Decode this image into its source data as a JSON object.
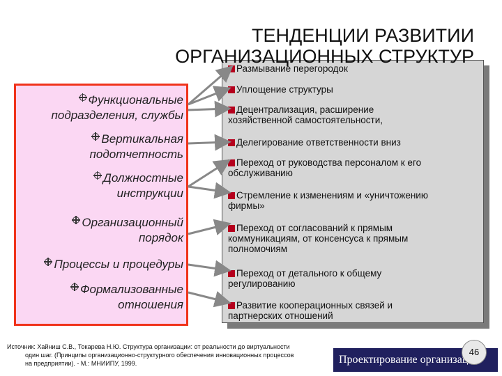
{
  "title": {
    "line1": "ТЕНДЕНЦИИ РАЗВИТИИ",
    "line2": "ОРГАНИЗАЦИОННЫХ СТРУКТУР"
  },
  "left_items": [
    {
      "line1": "Функциональные",
      "line2": "подразделения, службы"
    },
    {
      "line1": "Вертикальная",
      "line2": "подотчетность"
    },
    {
      "line1": "Должностные",
      "line2": "инструкции"
    },
    {
      "line1": "Организационный",
      "line2": "порядок"
    },
    {
      "line1": "Процессы и процедуры",
      "line2": ""
    },
    {
      "line1": "Формализованные",
      "line2": "отношения"
    }
  ],
  "right_items": [
    {
      "line1": "Размывание перегородок",
      "line2": "",
      "line3": ""
    },
    {
      "line1": "Уплощение структуры",
      "line2": "",
      "line3": ""
    },
    {
      "line1": "Децентрализация, расширение",
      "line2": "хозяйственной самостоятельности,",
      "line3": ""
    },
    {
      "line1": "Делегирование ответственности вниз",
      "line2": "",
      "line3": ""
    },
    {
      "line1": "Переход от руководства персоналом к его",
      "line2": "обслуживанию",
      "line3": ""
    },
    {
      "line1": "Стремление к изменениям и «уничтожению",
      "line2": "фирмы»",
      "line3": ""
    },
    {
      "line1": "Переход от согласований к прямым",
      "line2": "коммуникациям, от консенсуса к прямым",
      "line3": "полномочиям"
    },
    {
      "line1": "Переход от детального к общему",
      "line2": "регулированию",
      "line3": ""
    },
    {
      "line1": "Развитие кооперационных связей и",
      "line2": "партнерских отношений",
      "line3": ""
    }
  ],
  "source": {
    "line1": "Источник: Хайниш С.В., Токарева Н.Ю. Структура организации: от реальности до виртуальности",
    "line2": "один шаг. (Принципы организационно-структурного обеспечения инновационных процессов",
    "line3": "на предприятии). - М.: МНИИПУ, 1999."
  },
  "footer": {
    "label": "Проектирование организации",
    "page_number": "46"
  },
  "colors": {
    "left_fill": "#fbd7f3",
    "left_border": "#f0331b",
    "right_fill": "#d6d6d6",
    "bullet_square": "#b5001d",
    "footer_bar": "#20205e"
  }
}
